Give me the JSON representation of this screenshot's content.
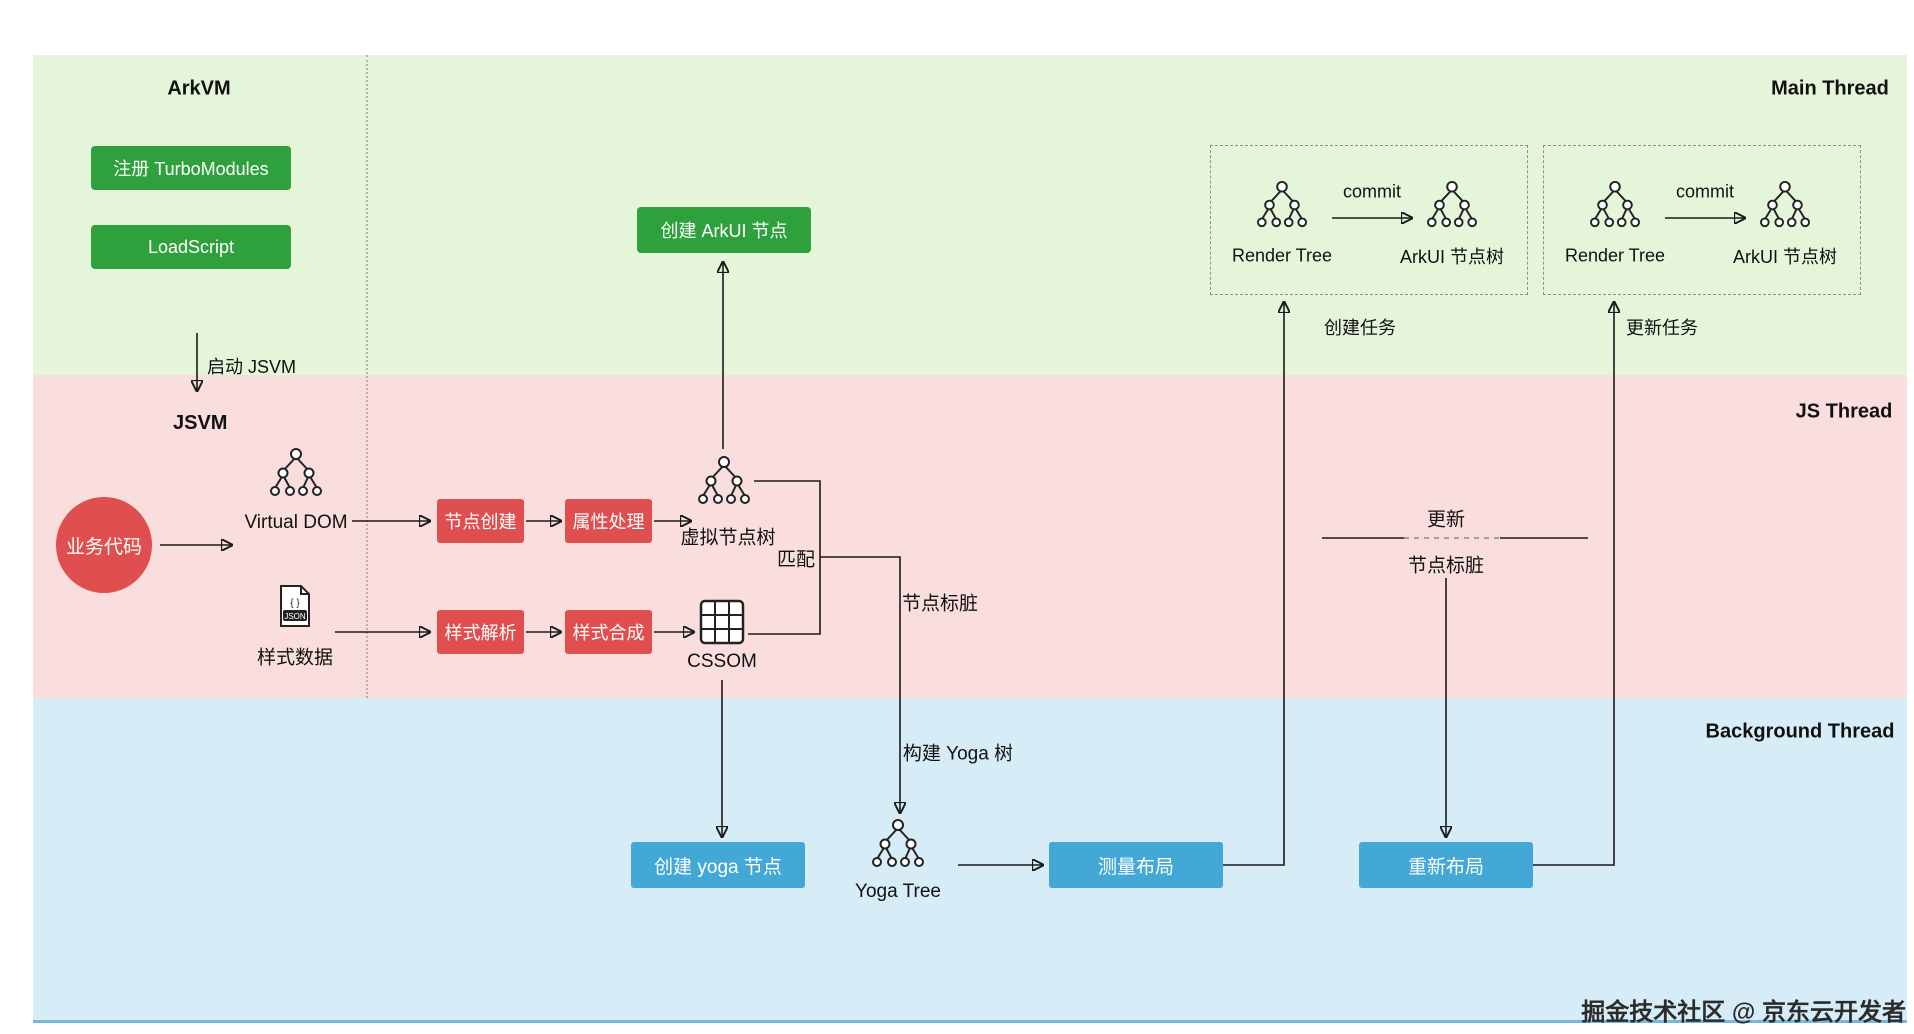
{
  "colors": {
    "main_thread_bg": "#e4f5da",
    "js_thread_bg": "#f9dedd",
    "background_thread_bg": "#d6ecf7",
    "green_node": "#2fa13c",
    "red_node": "#e04f4f",
    "blue_node": "#43a8d5"
  },
  "lanes": {
    "main_thread": "Main Thread",
    "js_thread": "JS Thread",
    "background_thread": "Background Thread"
  },
  "main_thread": {
    "arkvm": "ArkVM",
    "register_turbomodules": "注册 TurboModules",
    "load_script": "LoadScript",
    "create_arkui_node": "创建 ArkUI 节点",
    "commit_groups": [
      {
        "render_tree": "Render Tree",
        "commit": "commit",
        "arkui_tree": "ArkUI 节点树",
        "task": "创建任务"
      },
      {
        "render_tree": "Render Tree",
        "commit": "commit",
        "arkui_tree": "ArkUI 节点树",
        "task": "更新任务"
      }
    ]
  },
  "js_thread": {
    "start_jsvm": "启动 JSVM",
    "jsvm": "JSVM",
    "business_code": "业务代码",
    "virtual_dom": "Virtual DOM",
    "node_create": "节点创建",
    "attr_process": "属性处理",
    "virtual_node_tree": "虚拟节点树",
    "style_data": "样式数据",
    "style_parse": "样式解析",
    "style_compose": "样式合成",
    "cssom": "CSSOM",
    "match": "匹配",
    "node_mark_dirty": "节点标脏",
    "update": "更新",
    "update_node_mark_dirty": "节点标脏"
  },
  "background_thread": {
    "build_yoga_tree": "构建 Yoga 树",
    "create_yoga_node": "创建 yoga 节点",
    "yoga_tree": "Yoga Tree",
    "measure_layout": "测量布局",
    "relayout": "重新布局"
  },
  "watermark": "掘金技术社区 @ 京东云开发者"
}
